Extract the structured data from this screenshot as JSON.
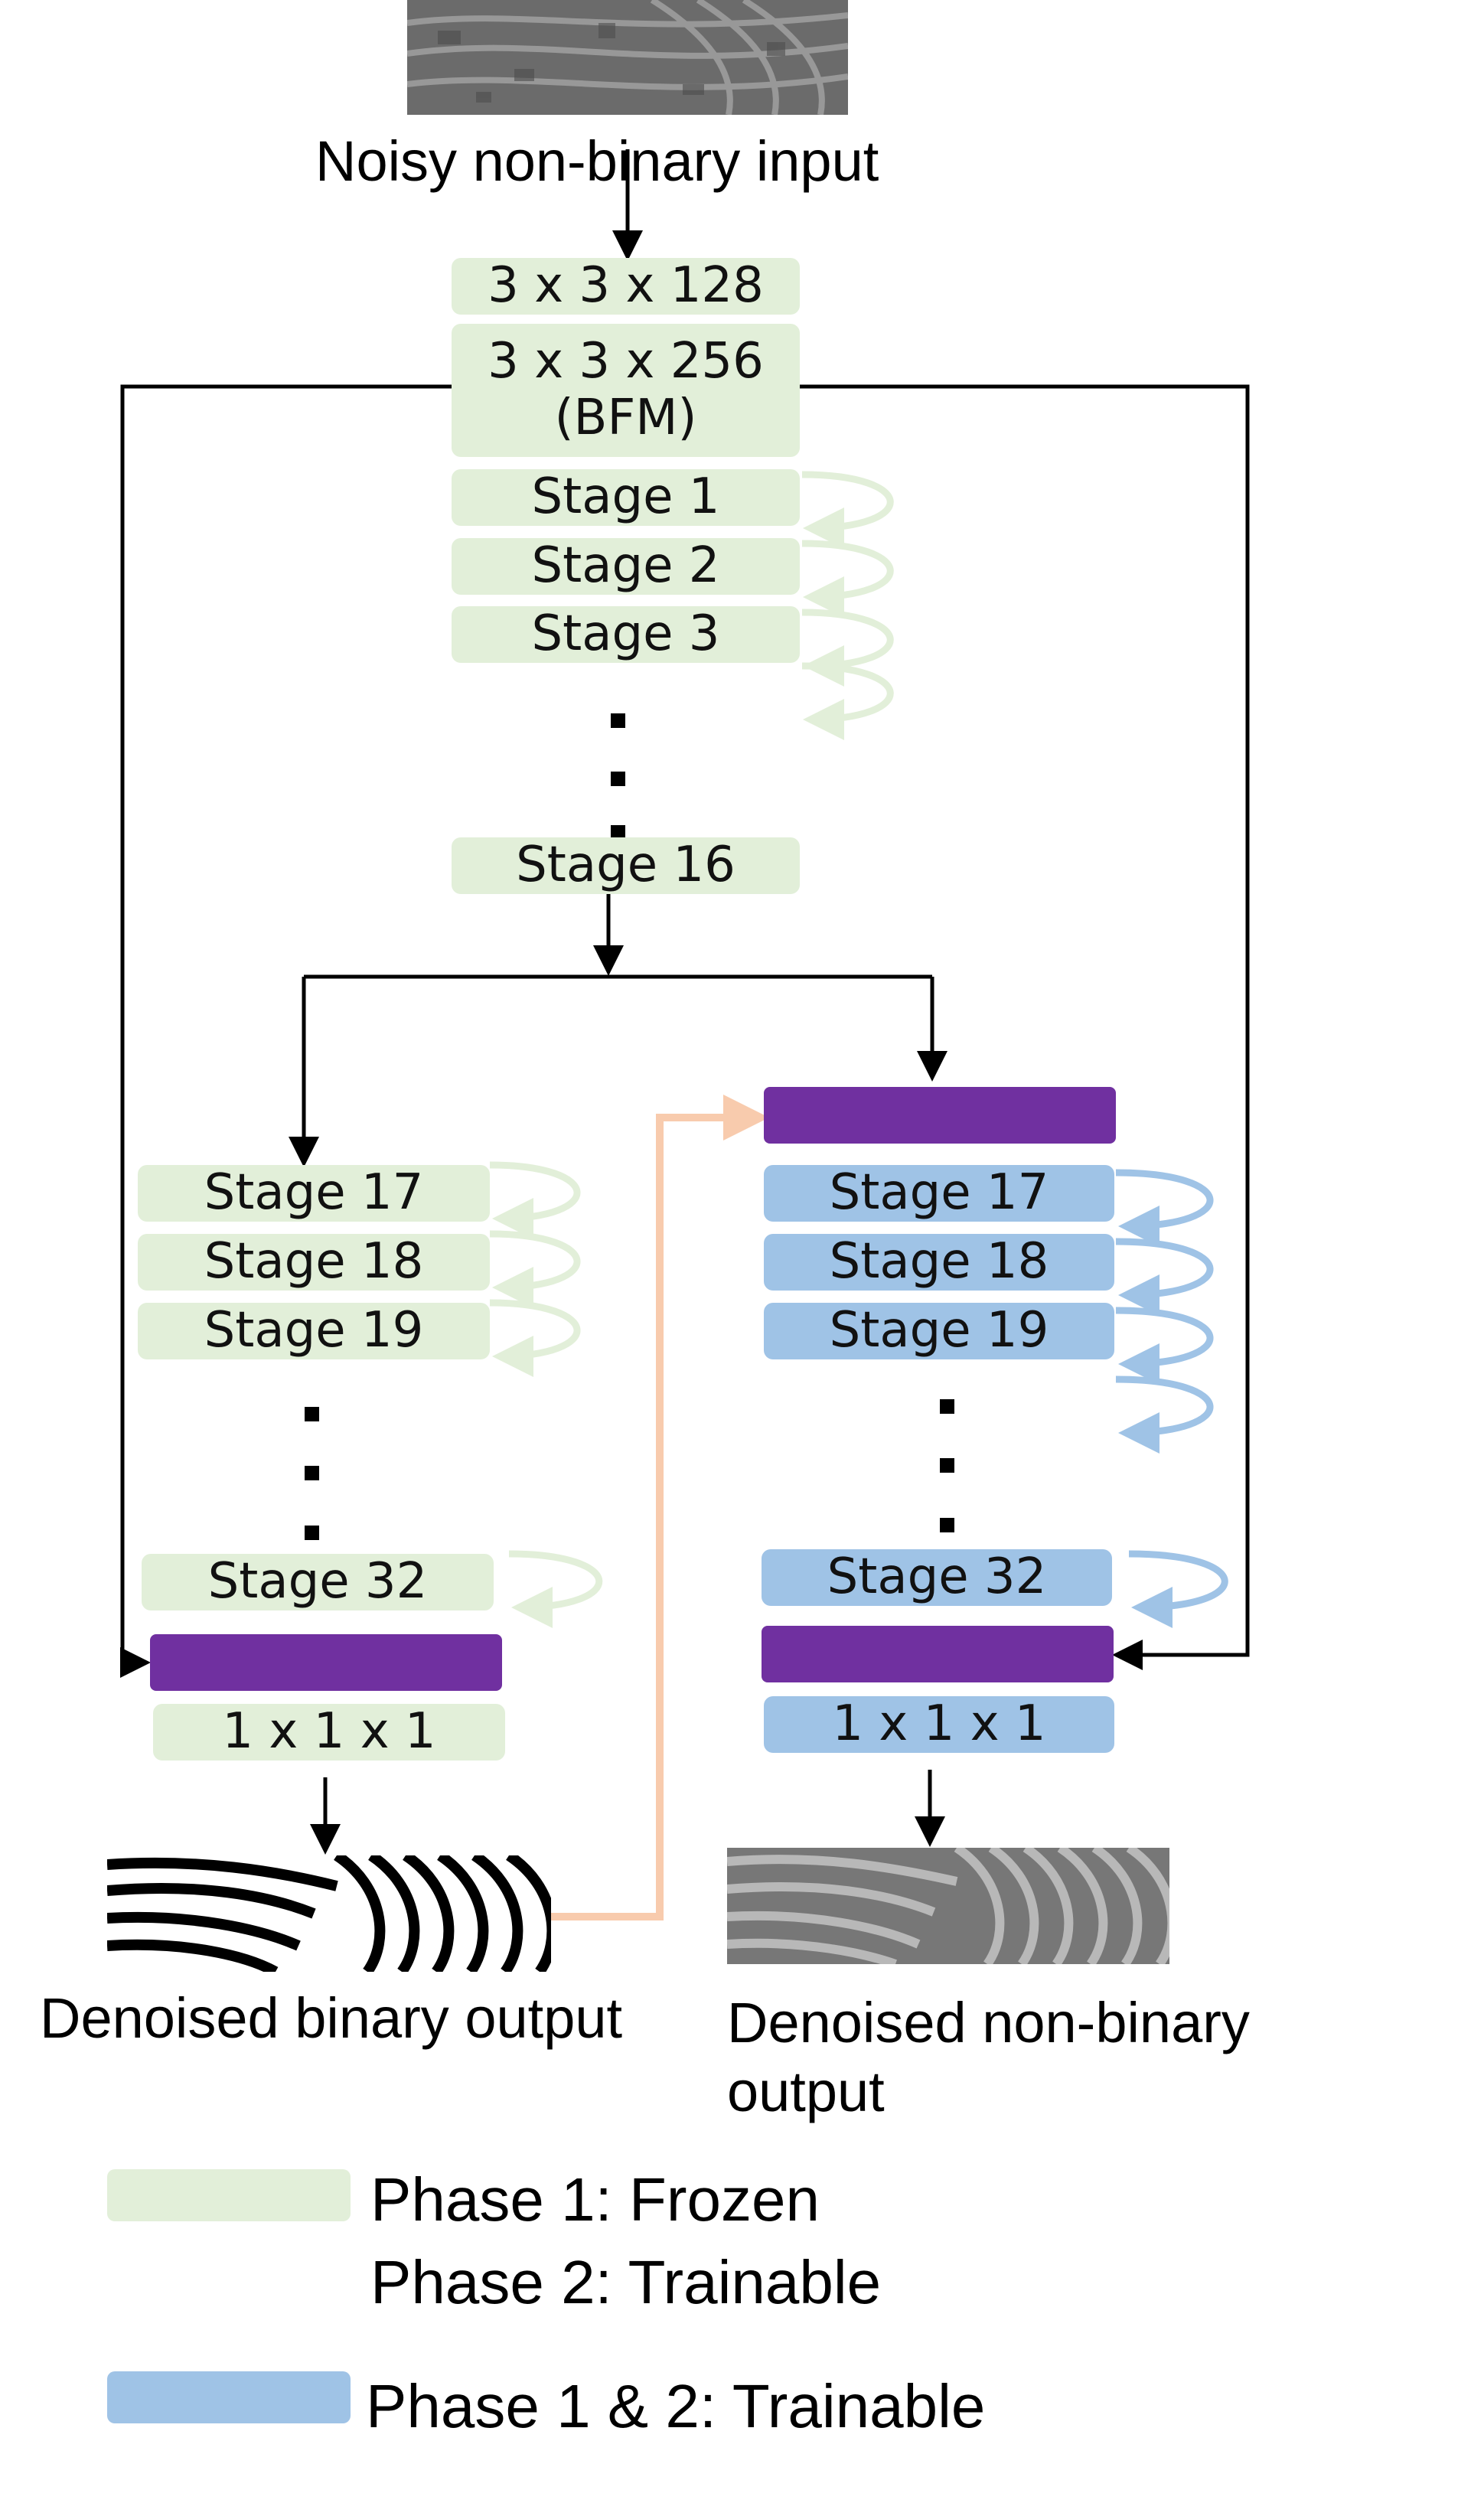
{
  "labels": {
    "input": "Noisy non-binary input",
    "binary_output": "Denoised binary output",
    "nonbinary_output_line1": "Denoised non-binary",
    "nonbinary_output_line2": "output"
  },
  "trunk": {
    "conv1": "3 x 3 x 128",
    "bfm_line1": "3 x 3 x 256",
    "bfm_line2": "(BFM)",
    "stage1": "Stage 1",
    "stage2": "Stage 2",
    "stage3": "Stage 3",
    "stage16": "Stage 16"
  },
  "left_branch": {
    "stage17": "Stage 17",
    "stage18": "Stage 18",
    "stage19": "Stage 19",
    "stage32": "Stage 32",
    "out_conv": "1 x 1 x 1"
  },
  "right_branch": {
    "stage17": "Stage 17",
    "stage18": "Stage 18",
    "stage19": "Stage 19",
    "stage32": "Stage 32",
    "out_conv": "1 x 1 x 1"
  },
  "legend": {
    "frozen_line1": "Phase 1: Frozen",
    "frozen_line2": "Phase 2: Trainable",
    "trainable": "Phase 1 & 2: Trainable"
  },
  "colors": {
    "frozen_block": "#e2efd9",
    "trainable_block": "#9fc3e6",
    "fusion_block": "#7030a0",
    "frozen_loop": "#e2efd9",
    "trainable_loop": "#9fc3e6",
    "binary_feedback_arrow": "#f8cbad",
    "connector": "#000000"
  }
}
